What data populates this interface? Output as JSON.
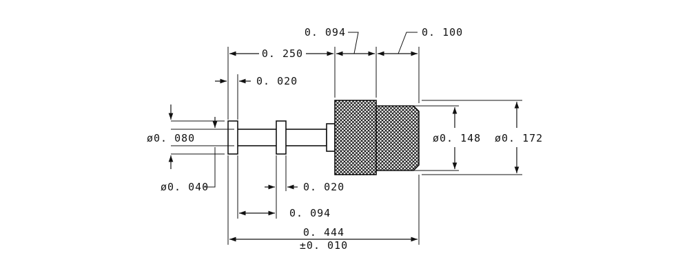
{
  "dimensions": {
    "knurl_length_1": "0. 094",
    "knurl_length_2": "0. 100",
    "to_knurl_length": "0. 250",
    "flange_width_left": "0. 020",
    "flange_diameter": "ø0. 080",
    "pin_diameter": "ø0. 040",
    "flange_width_mid": "0. 020",
    "flange_spacing": "0. 094",
    "overall_length": "0. 444",
    "overall_tolerance": "±0. 010",
    "body_diameter_small": "ø0. 148",
    "body_diameter_large": "ø0. 172"
  }
}
